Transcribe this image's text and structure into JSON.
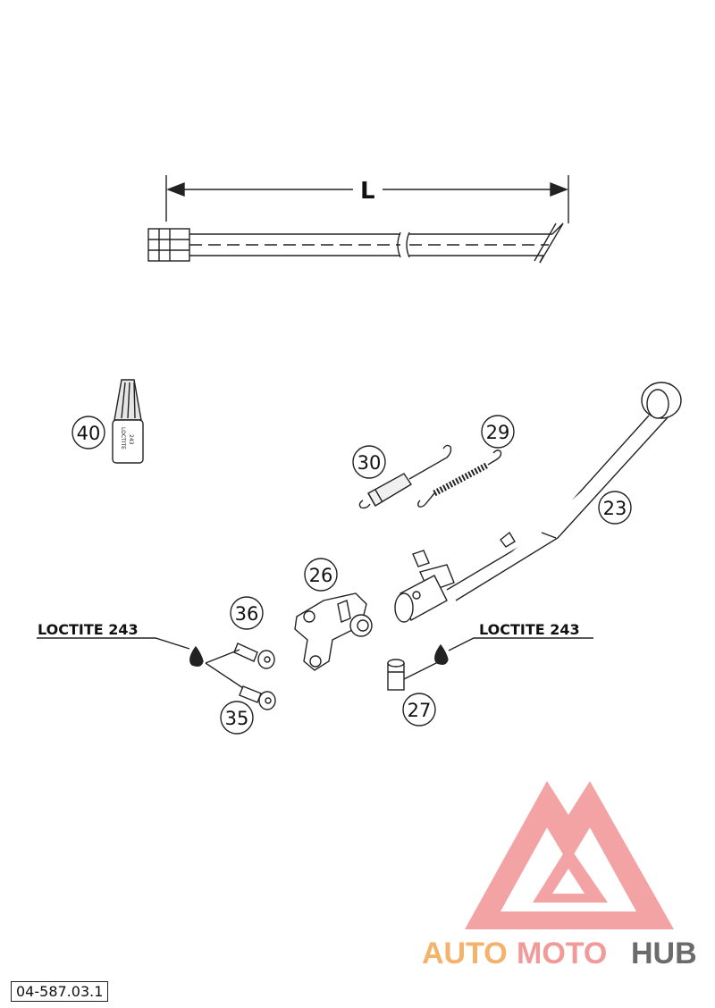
{
  "dimension_label": "L",
  "callouts": [
    {
      "id": "40",
      "label": "40"
    },
    {
      "id": "30",
      "label": "30"
    },
    {
      "id": "29",
      "label": "29"
    },
    {
      "id": "23",
      "label": "23"
    },
    {
      "id": "26",
      "label": "26"
    },
    {
      "id": "36",
      "label": "36"
    },
    {
      "id": "35",
      "label": "35"
    },
    {
      "id": "27",
      "label": "27"
    }
  ],
  "loctite_left": "LOCTITE 243",
  "loctite_right": "LOCTITE 243",
  "bottle_label_line1": "LOCTITE",
  "bottle_label_line2": "243",
  "document_id": "04-587.03.1",
  "watermark": {
    "part1": "AUTO",
    "part2": "MOTO",
    "part3": "HUB",
    "color_orange": "#f5b26b",
    "color_pink": "#f19a9a",
    "color_gray": "#6b6b6b",
    "logo_color": "#f29a9a"
  }
}
